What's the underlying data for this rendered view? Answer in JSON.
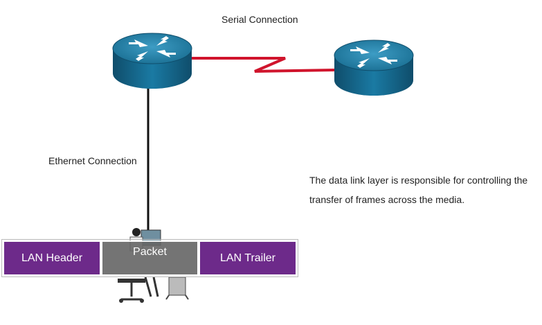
{
  "labels": {
    "serial_connection": "Serial Connection",
    "ethernet_connection": "Ethernet Connection"
  },
  "description": "The data link layer is responsible for controlling the transfer of frames across the media.",
  "frame": {
    "header": "LAN Header",
    "packet": "Packet",
    "trailer": "LAN Trailer"
  },
  "colors": {
    "router_blue": "#1a6f93",
    "serial_link": "#d0142c",
    "frame_purple": "#6d2a8a",
    "packet_gray": "#666666"
  },
  "icons": [
    "router-icon",
    "router-icon",
    "user-workstation-icon"
  ]
}
